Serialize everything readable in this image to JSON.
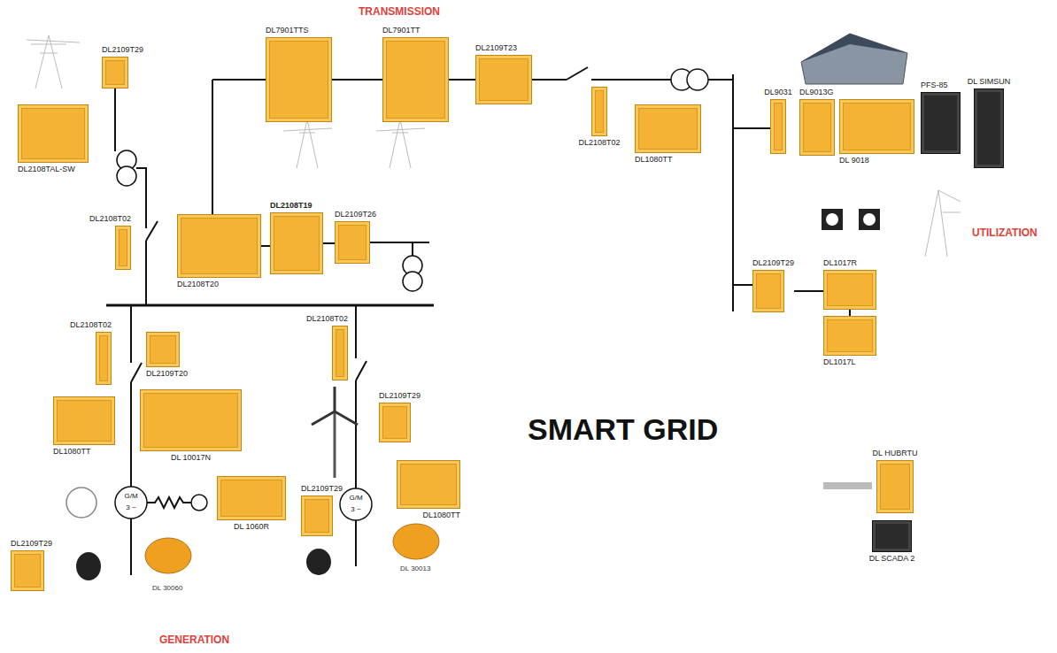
{
  "diagram": {
    "title": "SMART GRID",
    "nodes": [
      {
        "text": [
          "DL2108TAL-SW"
        ]
      },
      {
        "text": [
          "DL2109T29"
        ]
      },
      {
        "text": [
          "DL2108T02"
        ]
      },
      {
        "text": [
          "DL7901TTS"
        ]
      },
      {
        "text": [
          "DL7901TT"
        ]
      },
      {
        "text": [
          "DL2109T23"
        ]
      },
      {
        "text": [
          "DL2108T02"
        ]
      },
      {
        "text": [
          "DL1080TT"
        ]
      },
      {
        "text": [
          "DL2108T20"
        ]
      },
      {
        "text": [
          "DL2108T19"
        ]
      },
      {
        "text": [
          "DL2109T26"
        ]
      },
      {
        "text": [
          "DL9031"
        ]
      },
      {
        "text": [
          "DL9013G"
        ]
      },
      {
        "text": [
          "DL 9018"
        ]
      },
      {
        "text": [
          "PFS-85"
        ]
      },
      {
        "text": [
          "DL SIMSUN"
        ]
      },
      {
        "text": [
          "DL2109T29"
        ]
      },
      {
        "text": [
          "DL1017R"
        ]
      },
      {
        "text": [
          "DL1017L"
        ]
      },
      {
        "text": [
          "DL2108T02"
        ]
      },
      {
        "text": [
          "DL2109T20"
        ]
      },
      {
        "text": [
          "DL1080TT"
        ]
      },
      {
        "text": [
          "DL 10017N"
        ]
      },
      {
        "text": [
          "DL 1060R"
        ]
      },
      {
        "text": [
          "DL2109T29"
        ]
      },
      {
        "text": [
          "DL2108T02"
        ]
      },
      {
        "text": [
          "DL2109T29"
        ]
      },
      {
        "text": [
          "DL1080TT"
        ]
      },
      {
        "text": [
          "DL2109T29"
        ]
      },
      {
        "text": [
          "DL HUBRTU"
        ]
      },
      {
        "text": [
          "DL SCADA 2"
        ]
      }
    ],
    "edges": [
      {
        "from": 3,
        "to": 4,
        "arrow": "none"
      },
      {
        "from": 4,
        "to": 5,
        "arrow": "none"
      },
      {
        "from": 8,
        "to": 9,
        "arrow": "none"
      },
      {
        "from": 9,
        "to": 10,
        "arrow": "none"
      },
      {
        "from": 16,
        "to": 17,
        "arrow": "none"
      },
      {
        "from": 17,
        "to": 18,
        "arrow": "none"
      }
    ],
    "labels": [
      "TRANSMISSION",
      "UTILIZATION",
      "GENERATION",
      "G/M",
      "3 ~",
      "G/M",
      "3 ~",
      "DL 30060",
      "DL 30013"
    ]
  }
}
